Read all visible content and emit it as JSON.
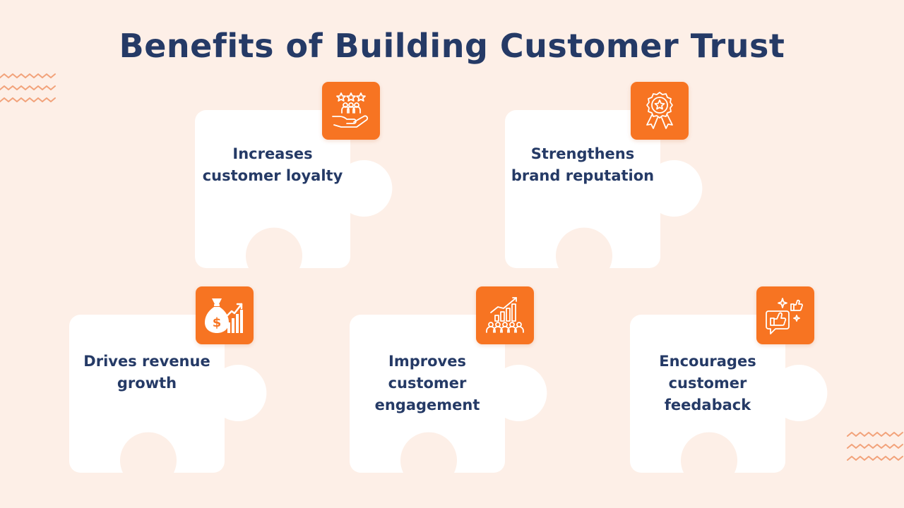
{
  "title": "Benefits of Building Customer Trust",
  "colors": {
    "background": "#fdefe7",
    "piece": "#ffffff",
    "accent": "#f77422",
    "text": "#253a66",
    "wave": "#f2a27a"
  },
  "benefits": [
    {
      "label": "Increases customer loyalty",
      "icon": "hand-with-stars-people-icon"
    },
    {
      "label": "Strengthens brand reputation",
      "icon": "award-badge-icon"
    },
    {
      "label": "Drives revenue growth",
      "icon": "money-bag-chart-icon"
    },
    {
      "label": "Improves customer engagement",
      "icon": "growth-chart-audience-icon"
    },
    {
      "label": "Encourages customer feedaback",
      "icon": "feedback-thumbs-up-icon"
    }
  ]
}
